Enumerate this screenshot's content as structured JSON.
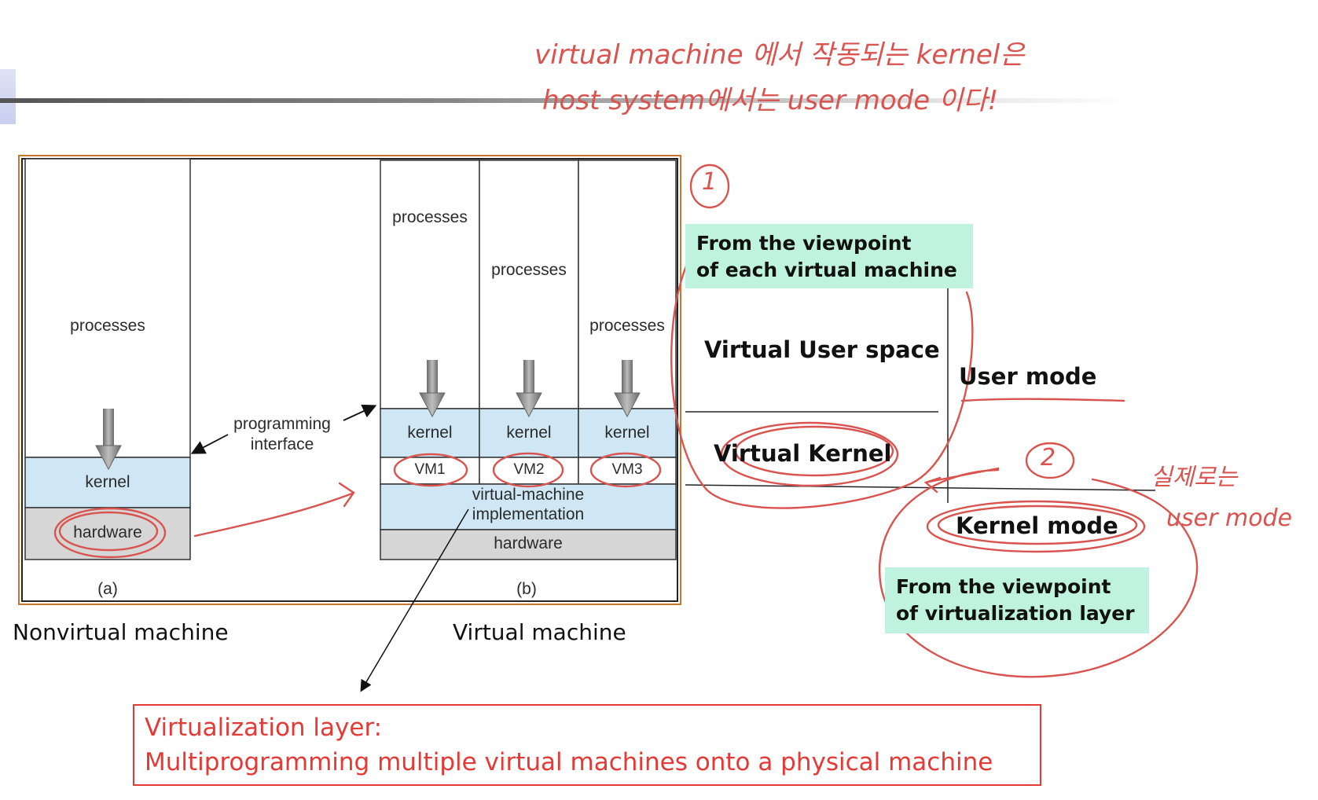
{
  "handwriting": {
    "note_line1": "virtual machine 에서 작동되는 kernel은",
    "note_line2": "host system에서는 user mode 이다!",
    "mark1": "1",
    "mark2": "2",
    "side_note_line1": "실제로는",
    "side_note_line2": "user mode"
  },
  "diagram_a": {
    "processes": "processes",
    "kernel": "kernel",
    "hardware": "hardware",
    "label": "(a)",
    "interface_line1": "programming",
    "interface_line2": "interface"
  },
  "diagram_b": {
    "vms": [
      {
        "processes": "processes",
        "kernel": "kernel",
        "vm": "VM1"
      },
      {
        "processes": "processes",
        "kernel": "kernel",
        "vm": "VM2"
      },
      {
        "processes": "processes",
        "kernel": "kernel",
        "vm": "VM3"
      }
    ],
    "impl_line1": "virtual-machine",
    "impl_line2": "implementation",
    "hardware": "hardware",
    "label": "(b)"
  },
  "captions": {
    "nonvirtual": "Nonvirtual machine",
    "virtual": "Virtual machine"
  },
  "right_panel": {
    "viewpoint_vm_line1": "From the viewpoint",
    "viewpoint_vm_line2": "of each virtual machine",
    "virtual_user_space": "Virtual User space",
    "user_mode": "User mode",
    "virtual_kernel": "Virtual Kernel",
    "kernel_mode": "Kernel mode",
    "viewpoint_layer_line1": "From the viewpoint",
    "viewpoint_layer_line2": "of virtualization layer"
  },
  "red_box": {
    "line1": "Virtualization layer:",
    "line2": "Multiprogramming multiple virtual machines onto a physical machine"
  },
  "colors": {
    "kernel_fill": "#cfe6f5",
    "hardware_fill": "#d6d6d6",
    "frame": "#c8772a",
    "annotation_red": "#d9534f",
    "green_box": "#bff2df",
    "caption_red": "#e53935"
  }
}
